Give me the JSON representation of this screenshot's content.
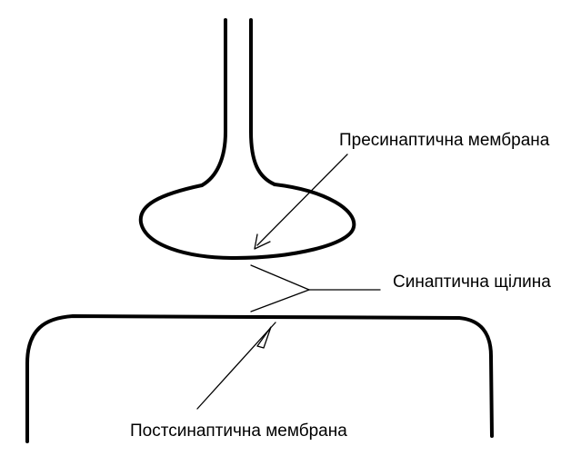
{
  "labels": {
    "presynaptic": "Пресинаптична мембрана",
    "cleft": "Синаптична щілина",
    "postsynaptic": "Постсинаптична мембрана"
  },
  "colors": {
    "background": "#ffffff",
    "ink": "#000000"
  }
}
